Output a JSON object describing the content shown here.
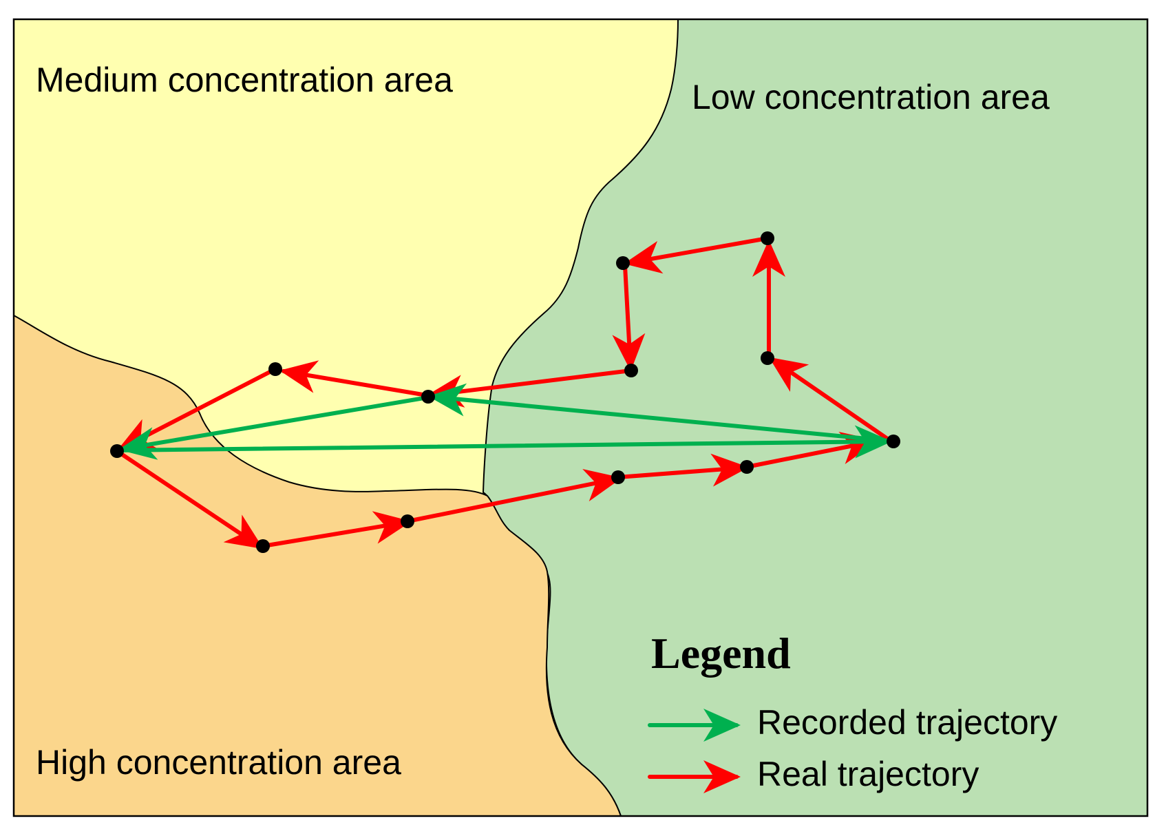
{
  "areas": {
    "medium": {
      "label": "Medium concentration area",
      "color": "#FFFFB0"
    },
    "low": {
      "label": "Low concentration area",
      "color": "#BBE0B3"
    },
    "high": {
      "label": "High concentration area",
      "color": "#FBD68C"
    }
  },
  "legend": {
    "title": "Legend",
    "recorded": {
      "label": "Recorded trajectory",
      "color": "#00B04F"
    },
    "real": {
      "label": "Real trajectory",
      "color": "#FF0000"
    }
  }
}
